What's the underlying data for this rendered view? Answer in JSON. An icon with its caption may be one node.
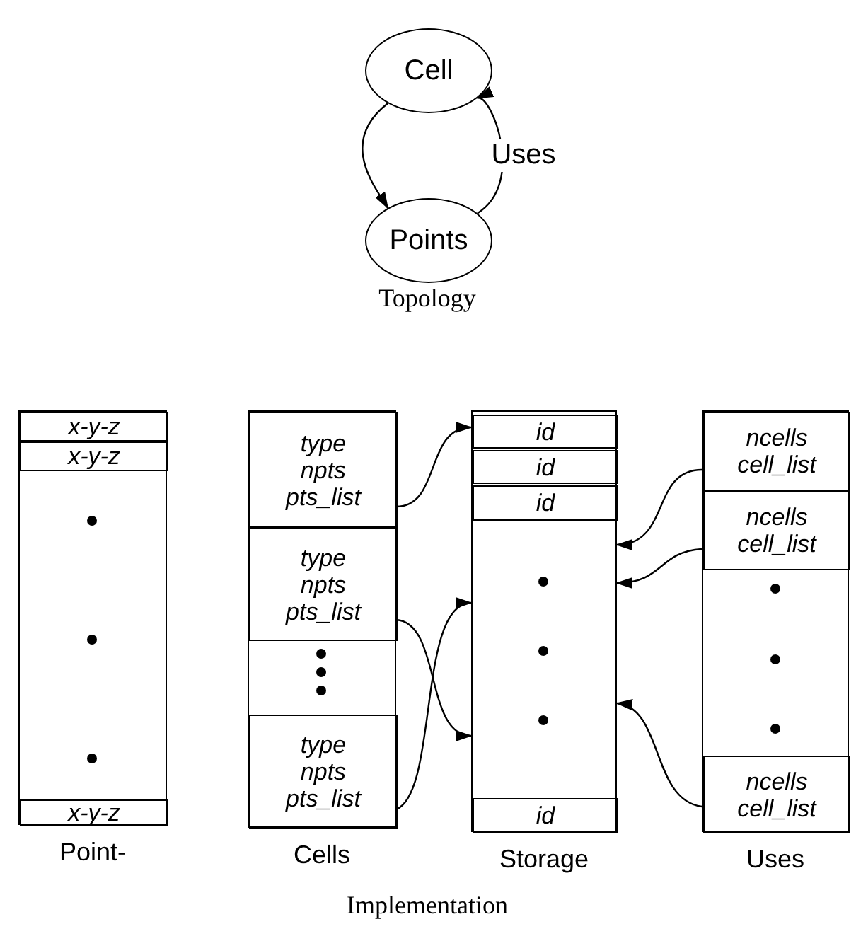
{
  "diagram": {
    "nodes": [
      {
        "text": [
          "Cell"
        ]
      },
      {
        "text": [
          "Points"
        ]
      },
      {
        "text": [
          "Point-"
        ]
      },
      {
        "text": [
          "x-y-z"
        ],
        "in": 2
      },
      {
        "text": [
          "x-y-z"
        ],
        "in": 2
      },
      {
        "text": [
          "x-y-z"
        ],
        "in": 2
      },
      {
        "text": [
          "Cells"
        ]
      },
      {
        "text": [
          "type",
          "npts",
          "pts_list"
        ],
        "in": 6
      },
      {
        "text": [
          "type",
          "npts",
          "pts_list"
        ],
        "in": 6
      },
      {
        "text": [
          "type",
          "npts",
          "pts_list"
        ],
        "in": 6
      },
      {
        "text": [
          "Storage"
        ]
      },
      {
        "text": [
          "id"
        ],
        "in": 10
      },
      {
        "text": [
          "id"
        ],
        "in": 10
      },
      {
        "text": [
          "id"
        ],
        "in": 10
      },
      {
        "text": [
          "id"
        ],
        "in": 10
      },
      {
        "text": [
          "Uses"
        ]
      },
      {
        "text": [
          "ncells",
          "cell_list"
        ],
        "in": 15
      },
      {
        "text": [
          "ncells",
          "cell_list"
        ],
        "in": 15
      },
      {
        "text": [
          "ncells",
          "cell_list"
        ],
        "in": 15
      }
    ],
    "edges": [
      {
        "from": 0,
        "to": 1,
        "arrow": "to"
      },
      {
        "from": 1,
        "to": 0,
        "arrow": "to",
        "label": "Uses"
      },
      {
        "from": 7,
        "to": 11,
        "arrow": "to"
      },
      {
        "from": 8,
        "to": 10,
        "arrow": "to"
      },
      {
        "from": 9,
        "to": 10,
        "arrow": "to"
      },
      {
        "from": 16,
        "to": 10,
        "arrow": "to"
      },
      {
        "from": 17,
        "to": 10,
        "arrow": "to"
      },
      {
        "from": 18,
        "to": 10,
        "arrow": "to"
      }
    ],
    "labels": [
      "Topology",
      "Implementation"
    ]
  }
}
